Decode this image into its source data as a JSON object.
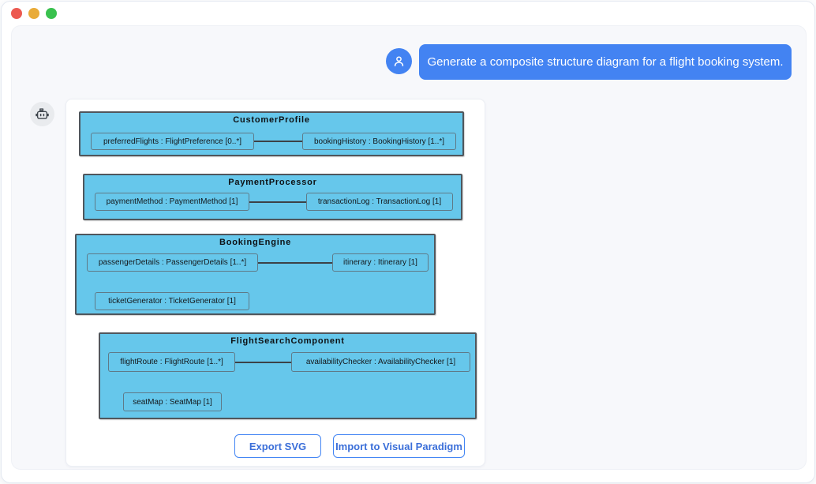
{
  "window": {
    "traffic_lights": [
      {
        "name": "close",
        "color": "#ec5a51"
      },
      {
        "name": "minimize",
        "color": "#e9ab38"
      },
      {
        "name": "maximize",
        "color": "#39c14e"
      }
    ]
  },
  "chat": {
    "user_message": "Generate a composite structure diagram for a flight booking system.",
    "user_avatar_icon": "person-icon",
    "bot_avatar_icon": "robot-icon"
  },
  "diagram": {
    "type": "uml-composite-structure",
    "blocks": [
      {
        "title": "CustomerProfile",
        "parts": [
          {
            "label": "preferredFlights : FlightPreference [0..*]"
          },
          {
            "label": "bookingHistory : BookingHistory [1..*]"
          }
        ],
        "connections": [
          [
            0,
            1
          ]
        ]
      },
      {
        "title": "PaymentProcessor",
        "parts": [
          {
            "label": "paymentMethod : PaymentMethod [1]"
          },
          {
            "label": "transactionLog : TransactionLog [1]"
          }
        ],
        "connections": [
          [
            0,
            1
          ]
        ]
      },
      {
        "title": "BookingEngine",
        "parts": [
          {
            "label": "passengerDetails : PassengerDetails [1..*]"
          },
          {
            "label": "itinerary : Itinerary [1]"
          },
          {
            "label": "ticketGenerator : TicketGenerator [1]"
          }
        ],
        "connections": [
          [
            0,
            1
          ]
        ]
      },
      {
        "title": "FlightSearchComponent",
        "parts": [
          {
            "label": "flightRoute : FlightRoute [1..*]"
          },
          {
            "label": "availabilityChecker : AvailabilityChecker [1]"
          },
          {
            "label": "seatMap : SeatMap [1]"
          }
        ],
        "connections": [
          [
            0,
            1
          ]
        ]
      }
    ],
    "colors": {
      "block_fill": "#66c7eb",
      "block_border": "#50565c",
      "part_border": "#5f7a88"
    }
  },
  "actions": {
    "export_svg_label": "Export SVG",
    "import_label": "Import to Visual Paradigm"
  },
  "colors": {
    "accent_blue": "#4383f2",
    "button_blue": "#4285f4",
    "panel_bg": "#f7f8fb"
  }
}
